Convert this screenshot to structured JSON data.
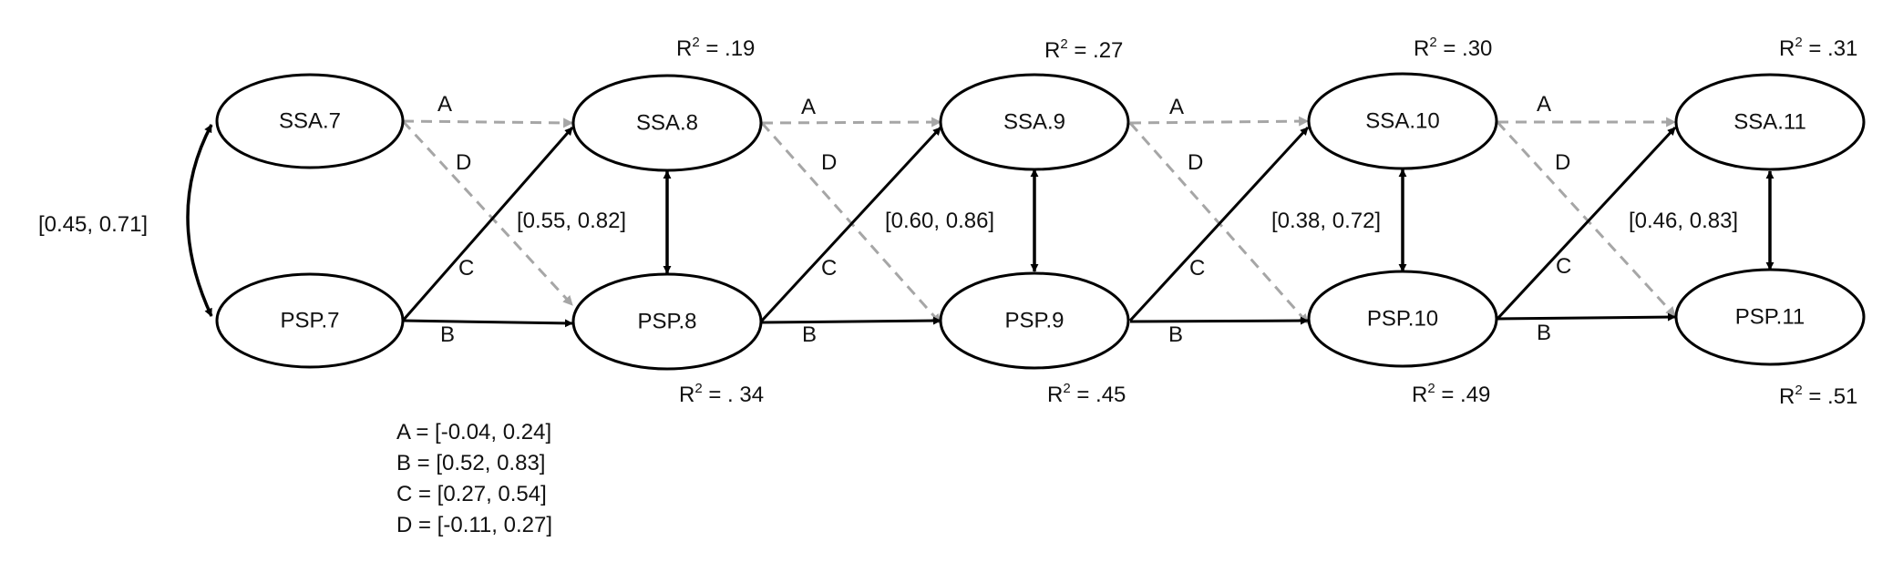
{
  "nodes": {
    "ssa7": "SSA.7",
    "psp7": "PSP.7",
    "ssa8": "SSA.8",
    "psp8": "PSP.8",
    "ssa9": "SSA.9",
    "psp9": "PSP.9",
    "ssa10": "SSA.10",
    "psp10": "PSP.10",
    "ssa11": "SSA.11",
    "psp11": "PSP.11"
  },
  "path_labels": {
    "a": "A",
    "b": "B",
    "c": "C",
    "d": "D"
  },
  "covariances": {
    "t7": "[0.45, 0.71]",
    "t8": "[0.55, 0.82]",
    "t9": "[0.60, 0.86]",
    "t10": "[0.38, 0.72]",
    "t11": "[0.46, 0.83]"
  },
  "r_squared": {
    "prefix": "R",
    "sup": "2",
    "ssa8": " = .19",
    "ssa9": " = .27",
    "ssa10": " = .30",
    "ssa11": " = .31",
    "psp8": " = . 34",
    "psp9": " = .45",
    "psp10": " = .49",
    "psp11": " = .51"
  },
  "legend": [
    "A = [-0.04, 0.24]",
    "B = [0.52, 0.83]",
    "C = [0.27, 0.54]",
    "D = [-0.11, 0.27]"
  ],
  "colors": {
    "solid": "#000000",
    "dashed": "#a6a6a6"
  }
}
